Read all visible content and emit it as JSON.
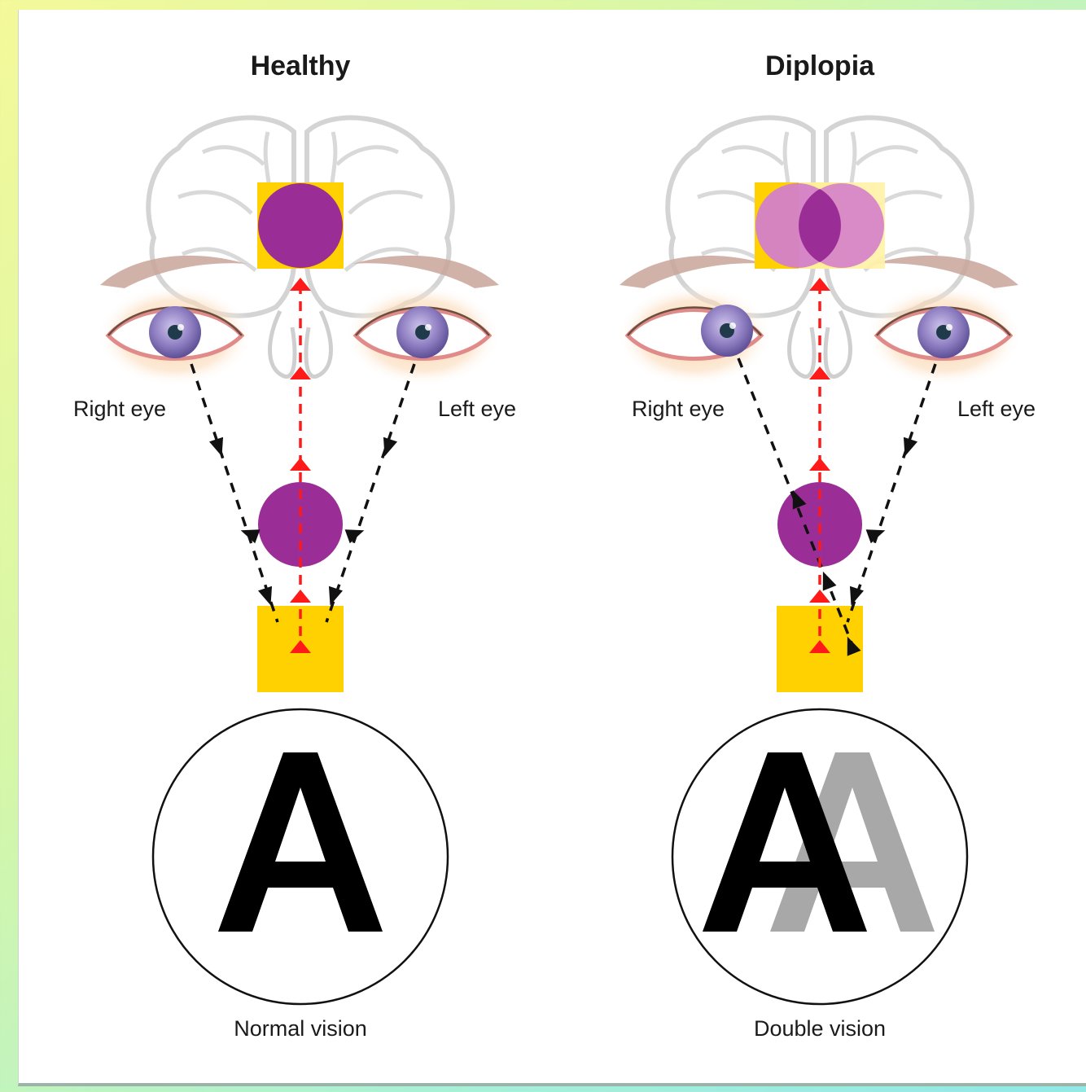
{
  "healthy": {
    "title": "Healthy",
    "right_eye_label": "Right eye",
    "left_eye_label": "Left eye",
    "letter": "A",
    "caption": "Normal vision"
  },
  "diplopia": {
    "title": "Diplopia",
    "right_eye_label": "Right eye",
    "left_eye_label": "Left eye",
    "letter": "A",
    "caption": "Double vision"
  },
  "colors": {
    "object_circle": "#9b2d97",
    "object_circle_faded": "#d47fc9",
    "object_square": "#ffd100",
    "image_square_faded": "#fff2a6",
    "signal_arrow": "#ff1a1a",
    "eye_arrow": "#111111",
    "letter": "#000000",
    "ghost_letter": "#a8a8a8",
    "iris": "#8a78b8",
    "brain_outline": "#cfcfcf",
    "eyebrow": "#c9a59a"
  }
}
